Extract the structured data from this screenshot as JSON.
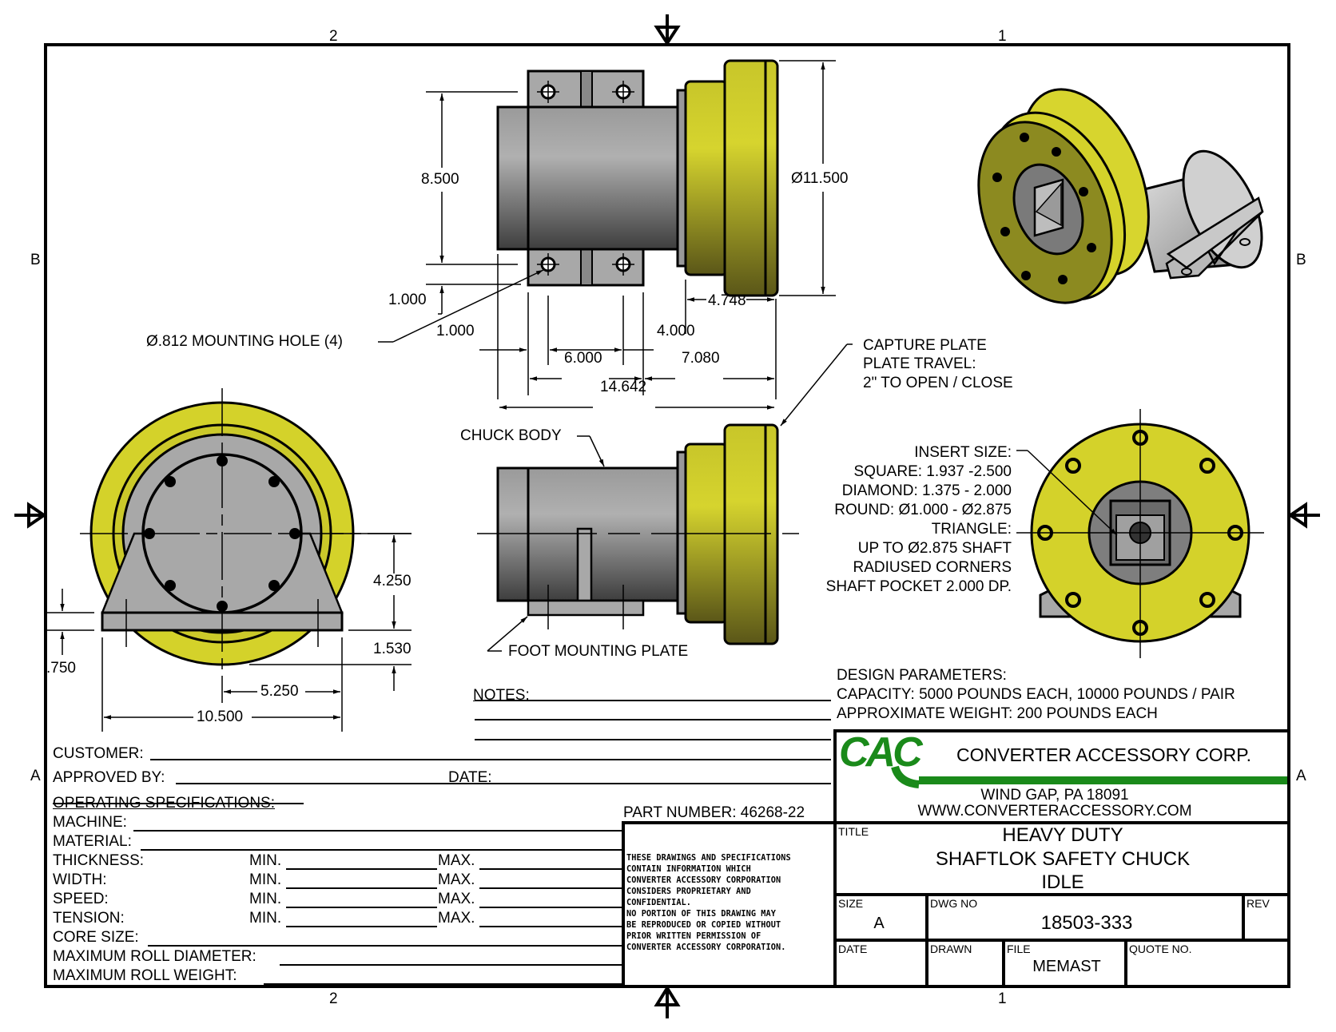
{
  "frame": {
    "zone_top_left": "2",
    "zone_top_right": "1",
    "zone_bottom_left": "2",
    "zone_bottom_right": "1",
    "zone_left_upper": "B",
    "zone_left_lower": "A",
    "zone_right_upper": "B",
    "zone_right_lower": "A"
  },
  "top_view": {
    "dim_height": "8.500",
    "dim_flange_diameter": "Ø11.500",
    "dim_hole_offset": "1.000",
    "dim_edge_offset": "1.000",
    "dim_hole_spacing": "4.000",
    "dim_flange_depth": "4.748",
    "dim_bracket_width": "6.000",
    "dim_front_length": "7.080",
    "dim_overall_length": "14.642",
    "mounting_hole_callout": "Ø.812 MOUNTING HOLE (4)"
  },
  "capture_plate_note": {
    "line1": "CAPTURE PLATE",
    "line2": "PLATE TRAVEL:",
    "line3": "2\" TO OPEN / CLOSE"
  },
  "end_view": {
    "dim_center_height": "4.250",
    "dim_base_below": "1.530",
    "dim_plate_thickness": ".750",
    "dim_half_width": "5.250",
    "dim_foot_width": "10.500"
  },
  "side_view": {
    "chuck_body_label": "CHUCK BODY",
    "foot_plate_label": "FOOT MOUNTING PLATE"
  },
  "insert_note": {
    "lines": [
      "INSERT SIZE:",
      "SQUARE: 1.937 -2.500",
      "DIAMOND: 1.375 - 2.000",
      "ROUND: Ø1.000 - Ø2.875",
      "TRIANGLE:",
      "UP TO Ø2.875 SHAFT",
      "RADIUSED CORNERS",
      "SHAFT POCKET 2.000 DP."
    ]
  },
  "design_parameters": {
    "heading": "DESIGN PARAMETERS:",
    "capacity": "CAPACITY: 5000 POUNDS EACH, 10000 POUNDS / PAIR",
    "weight": "APPROXIMATE WEIGHT: 200 POUNDS EACH"
  },
  "notes": {
    "label": "NOTES:"
  },
  "form": {
    "customer": "CUSTOMER:",
    "approved_by": "APPROVED BY:",
    "date": "DATE:",
    "operating_specs": "OPERATING SPECIFICATIONS:",
    "machine": "MACHINE:",
    "material": "MATERIAL:",
    "thickness": "THICKNESS:",
    "width": "WIDTH:",
    "speed": "SPEED:",
    "tension": "TENSION:",
    "min": "MIN.",
    "max": "MAX.",
    "core_size": "CORE SIZE:",
    "max_roll_diameter": "MAXIMUM ROLL DIAMETER:",
    "max_roll_weight": "MAXIMUM ROLL WEIGHT:"
  },
  "part_number": "PART NUMBER: 46268-22",
  "confidentiality": "THESE DRAWINGS AND SPECIFICATIONS\nCONTAIN INFORMATION WHICH\nCONVERTER ACCESSORY CORPORATION\nCONSIDERS PROPRIETARY AND\nCONFIDENTIAL.\nNO PORTION OF THIS DRAWING MAY\nBE REPRODUCED OR COPIED WITHOUT\nPRIOR WRITTEN PERMISSION OF\nCONVERTER ACCESSORY CORPORATION.",
  "company": {
    "logo_text": "CAC",
    "name": "CONVERTER ACCESSORY CORP.",
    "address": "WIND GAP, PA 18091",
    "website": "WWW.CONVERTERACCESSORY.COM",
    "brand_color": "#1a8a1a"
  },
  "title_block": {
    "title_label": "TITLE",
    "title_line1": "HEAVY DUTY",
    "title_line2": "SHAFTLOK SAFETY CHUCK",
    "title_line3": "IDLE",
    "size_label": "SIZE",
    "size_value": "A",
    "dwg_no_label": "DWG NO",
    "dwg_no_value": "18503-333",
    "rev_label": "REV",
    "date_label": "DATE",
    "drawn_label": "DRAWN",
    "file_label": "FILE",
    "file_value": "MEMAST",
    "quote_label": "QUOTE NO."
  },
  "colors": {
    "part_yellow": "#d4d22a",
    "part_gray": "#a8a8a8"
  }
}
